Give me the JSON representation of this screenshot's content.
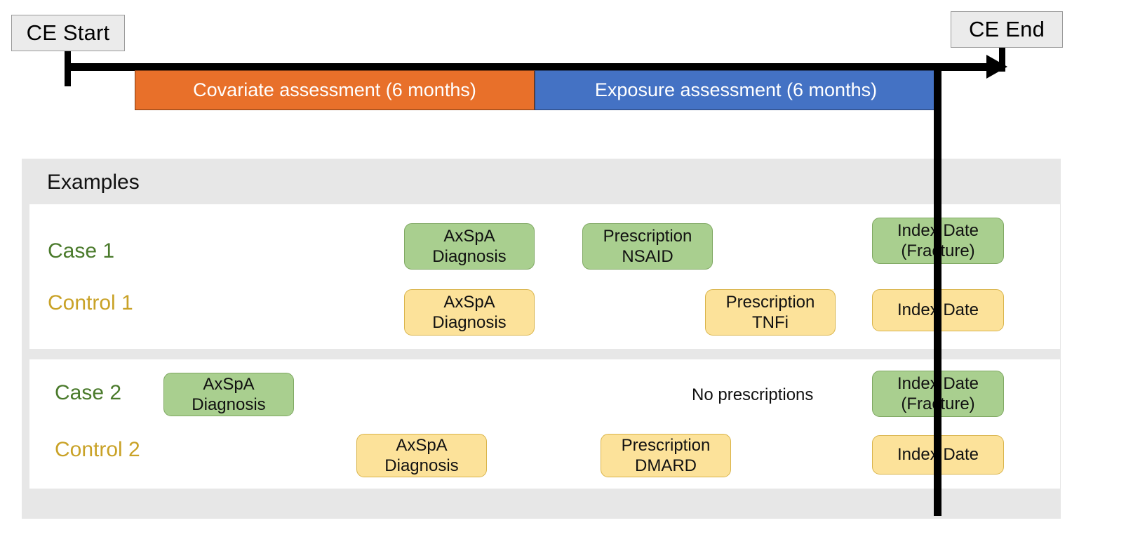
{
  "timeline": {
    "start_label": "CE Start",
    "end_label": "CE End",
    "covariate_bar": "Covariate assessment (6 months)",
    "exposure_bar": "Exposure assessment (6 months)",
    "covariate_color": "#e8702a",
    "exposure_color": "#4472c4"
  },
  "examples": {
    "title": "Examples",
    "case_color": "#4a7a2b",
    "control_color": "#c9a227",
    "box_green": "#a9cf8f",
    "box_yellow": "#fce29a",
    "groups": [
      {
        "rows": [
          {
            "label": "Case 1",
            "type": "case",
            "events": [
              {
                "line1": "AxSpA",
                "line2": "Diagnosis"
              },
              {
                "line1": "Prescription",
                "line2": "NSAID"
              },
              {
                "line1": "Index Date",
                "line2": "(Fracture)"
              }
            ]
          },
          {
            "label": "Control 1",
            "type": "control",
            "events": [
              {
                "line1": "AxSpA",
                "line2": "Diagnosis"
              },
              {
                "line1": "Prescription",
                "line2": "TNFi"
              },
              {
                "line1": "Index Date",
                "line2": ""
              }
            ]
          }
        ]
      },
      {
        "rows": [
          {
            "label": "Case 2",
            "type": "case",
            "events": [
              {
                "line1": "AxSpA",
                "line2": "Diagnosis"
              },
              {
                "line1": "No prescriptions",
                "line2": ""
              },
              {
                "line1": "Index Date",
                "line2": "(Fracture)"
              }
            ]
          },
          {
            "label": "Control 2",
            "type": "control",
            "events": [
              {
                "line1": "AxSpA",
                "line2": "Diagnosis"
              },
              {
                "line1": "Prescription",
                "line2": "DMARD"
              },
              {
                "line1": "Index Date",
                "line2": ""
              }
            ]
          }
        ]
      }
    ]
  }
}
